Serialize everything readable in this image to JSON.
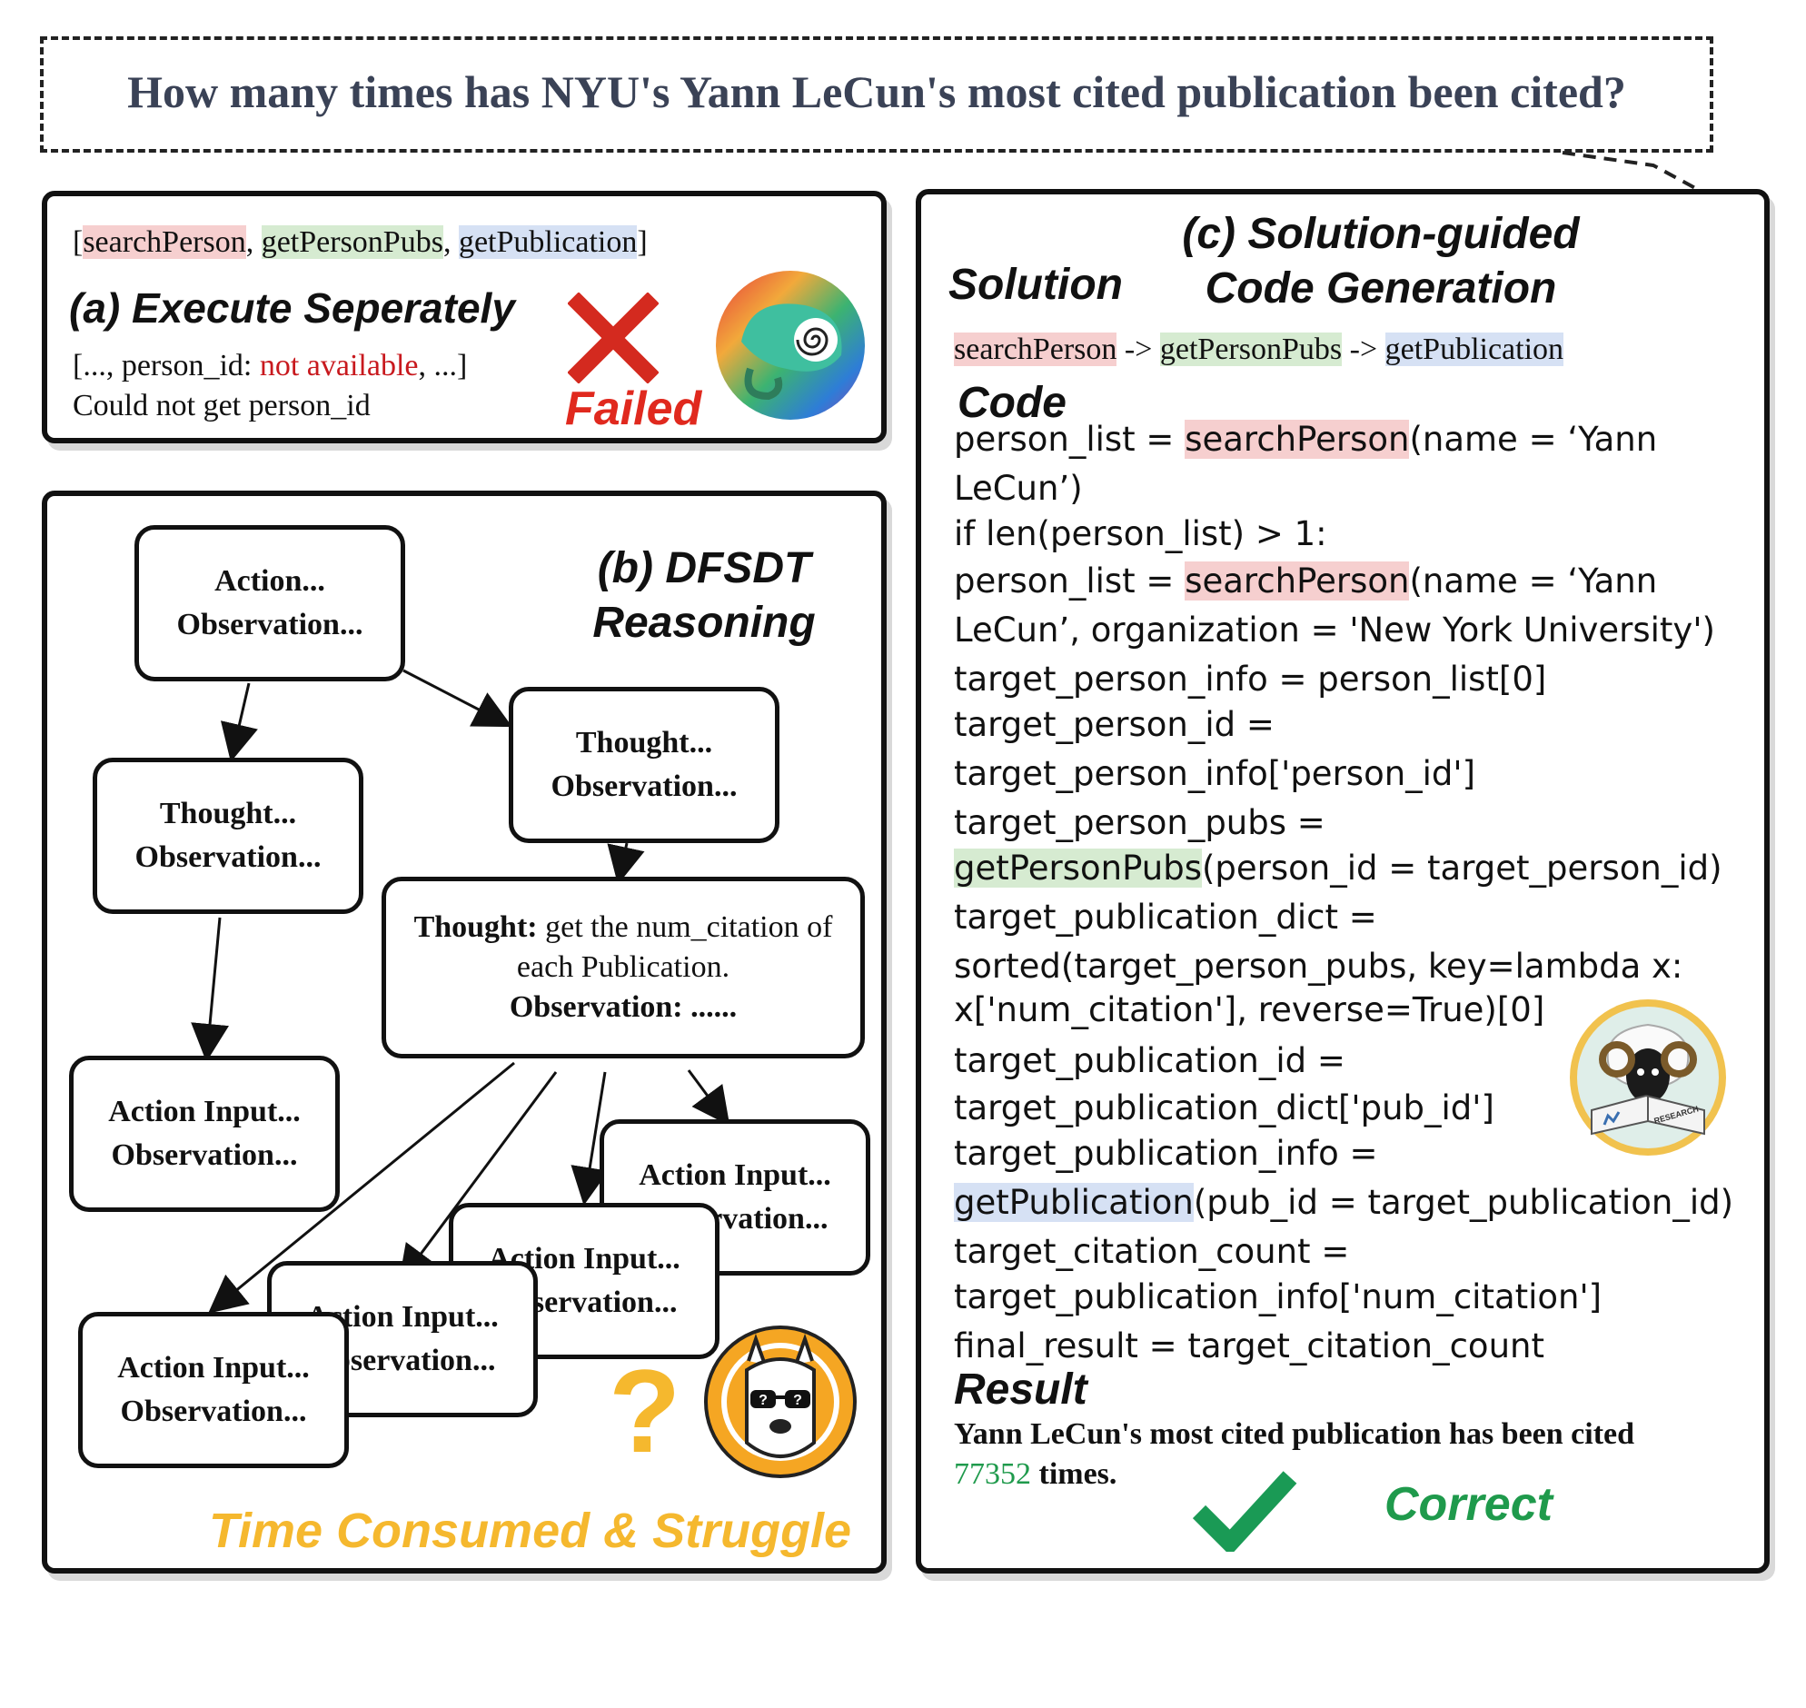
{
  "question": "How many times has NYU's Yann LeCun's most cited publication been cited?",
  "panel_a": {
    "tools": {
      "open": "[",
      "t1": "searchPerson",
      "sep1": ", ",
      "t2": "getPersonPubs",
      "sep2": ", ",
      "t3": "getPublication",
      "close": "]"
    },
    "title": "(a) Execute Seperately",
    "line1_pre": "[..., person_id: ",
    "line1_err": "not available",
    "line1_post": ", ...]",
    "line2": "Could not get person_id",
    "status": "Failed"
  },
  "panel_b": {
    "title_line1": "(b) DFSDT",
    "title_line2": "Reasoning",
    "nodes": {
      "n1_l1": "Action...",
      "n1_l2": "Observation...",
      "n2_l1": "Thought...",
      "n2_l2": "Observation...",
      "n3_l1": "Thought...",
      "n3_l2": "Observation...",
      "n4_bold": "Thought:",
      "n4_text": " get the num_citation of",
      "n4_l2": "each Publication.",
      "n4_l3": "Observation: ......",
      "n5_l1": "Action Input...",
      "n5_l2": "Observation...",
      "n6_l1": "Action Input...",
      "n6_l2": "Observation...",
      "n7_l1": "Action Input...",
      "n7_l2": "Observation...",
      "n8_l1": "Action Input...",
      "n8_l2": "Observation...",
      "n9_l1": "Action Input...",
      "n9_l2": "Observation..."
    },
    "question_mark": "?",
    "footer": "Time Consumed & Struggle"
  },
  "panel_c": {
    "title_line1": "(c) Solution-guided",
    "title_line2": "Code Generation",
    "solution_label": "Solution",
    "chain": {
      "t1": "searchPerson",
      "arrow1": " -> ",
      "t2": "getPersonPubs",
      "arrow2": " -> ",
      "t3": "getPublication"
    },
    "code_label": "Code",
    "code": {
      "l1_a": "person_list = ",
      "l1_fn": "searchPerson",
      "l1_b": "(name = ‘Yann",
      "l2": "LeCun’)",
      "l3": "if len(person_list) > 1:",
      "l4_a": "person_list = ",
      "l4_fn": "searchPerson",
      "l4_b": "(name = ‘Yann",
      "l5": "LeCun’, organization = 'New York University')",
      "l6": "target_person_info = person_list[0]",
      "l7": "target_person_id =",
      "l8": "target_person_info['person_id']",
      "l9": "target_person_pubs =",
      "l10_fn": "getPersonPubs",
      "l10_b": "(person_id = target_person_id)",
      "l11": "target_publication_dict =",
      "l12": "sorted(target_person_pubs, key=lambda x:",
      "l13": "x['num_citation'], reverse=True)[0]",
      "l14": "target_publication_id =",
      "l15": "target_publication_dict['pub_id']",
      "l16": "target_publication_info =",
      "l17_fn": "getPublication",
      "l17_b": "(pub_id = target_publication_id)",
      "l18": "target_citation_count =",
      "l19": "target_publication_info['num_citation']",
      "l20": "final_result = target_citation_count"
    },
    "result_label": "Result",
    "result_l1": "Yann LeCun's most cited publication has been cited",
    "result_number": "77352",
    "result_l2": " times.",
    "status": "Correct",
    "logo_text": "RESEARCH"
  },
  "colors": {
    "error_red": "#c8191e",
    "success_green": "#1f9a4c",
    "warn_orange": "#f5b82e",
    "question_text": "#3a4256"
  }
}
